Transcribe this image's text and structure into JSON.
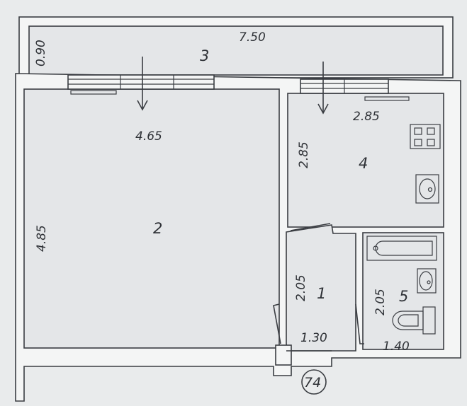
{
  "plan": {
    "apartment_number": "74",
    "rooms": [
      {
        "id": "1",
        "label": "1"
      },
      {
        "id": "2",
        "label": "2"
      },
      {
        "id": "3",
        "label": "3"
      },
      {
        "id": "4",
        "label": "4"
      },
      {
        "id": "5",
        "label": "5"
      }
    ],
    "dimensions": {
      "balcony_length": "7.50",
      "balcony_depth": "0.90",
      "room2_width": "4.65",
      "room2_depth": "4.85",
      "kitchen_width": "2.85",
      "kitchen_depth": "2.85",
      "hall_depth": "2.05",
      "hall_width": "1.30",
      "bath_depth": "2.05",
      "bath_width": "1.40"
    }
  }
}
